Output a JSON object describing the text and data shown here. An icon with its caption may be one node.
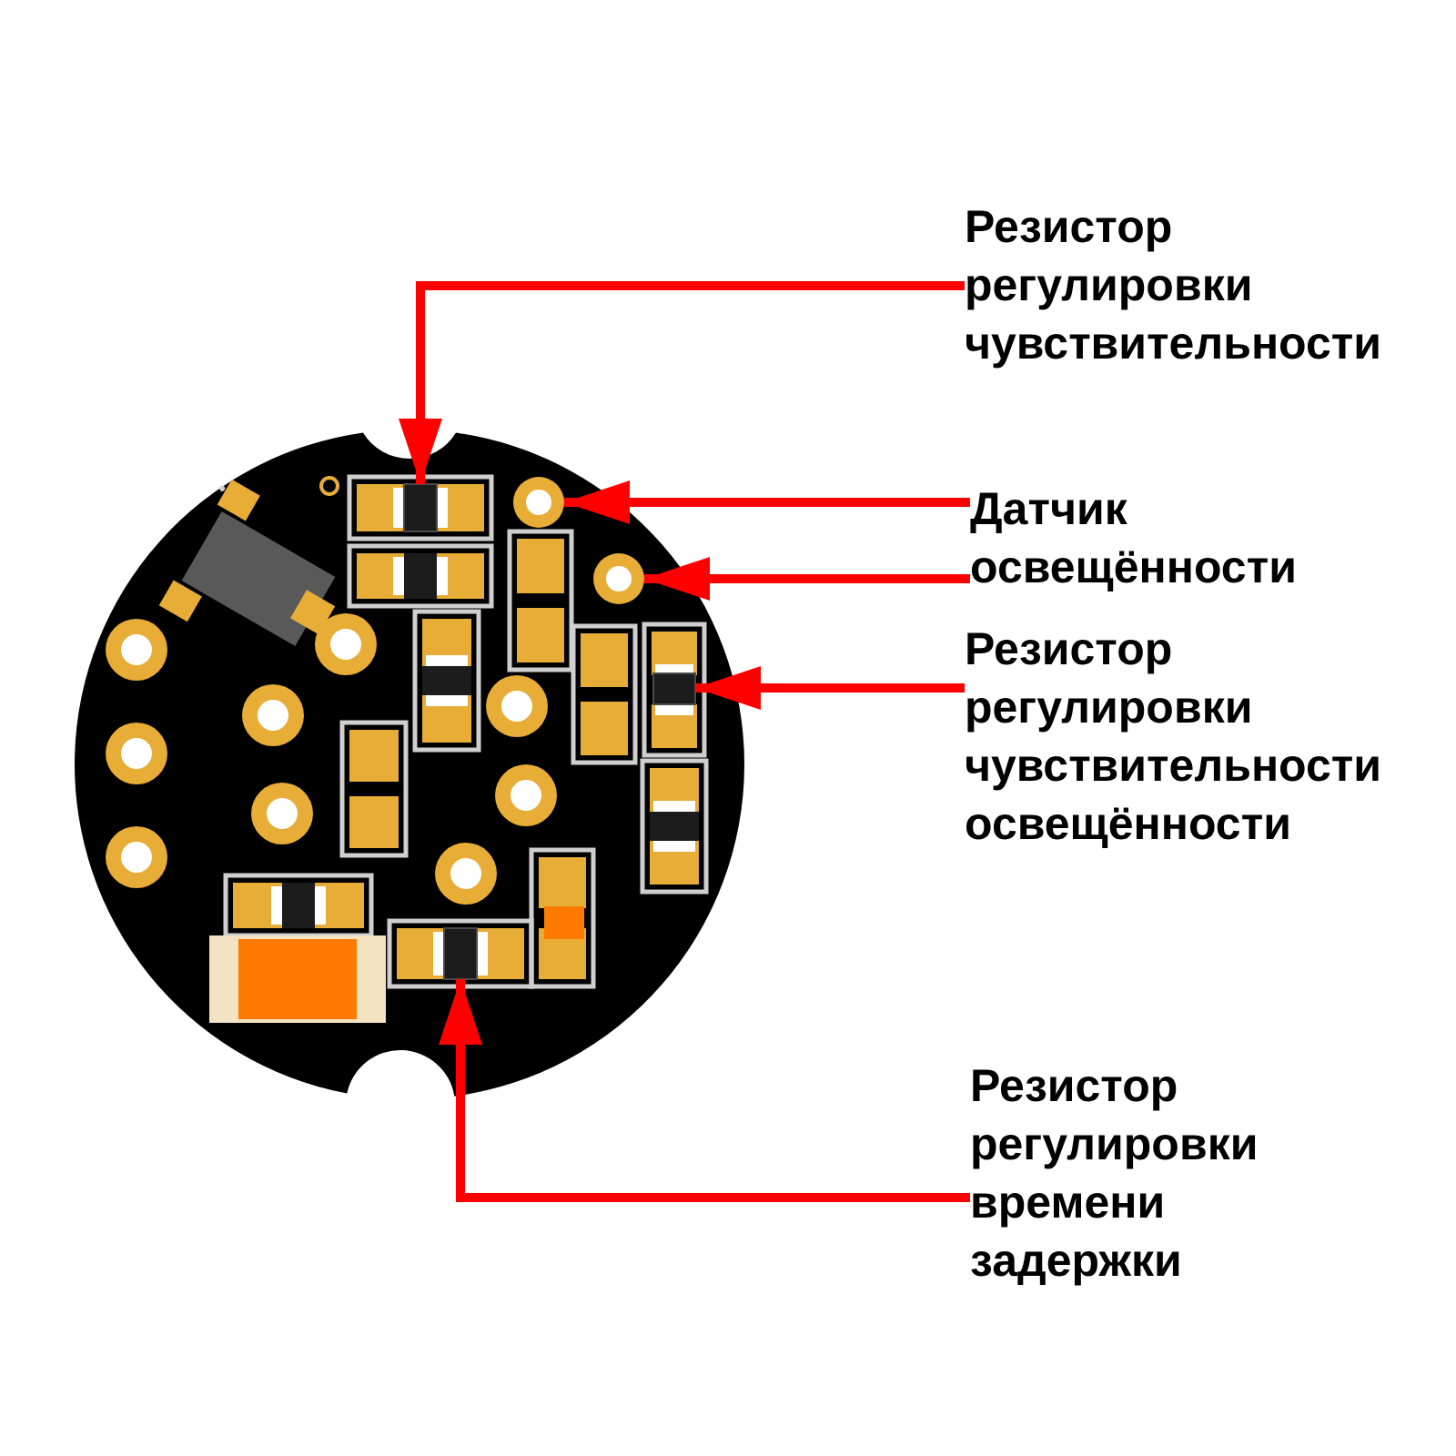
{
  "diagram": {
    "nodes": [
      {
        "text": [
          "Резистор регулировки чувствительности"
        ]
      },
      {
        "text": [],
        "shape": "box"
      },
      {
        "text": [
          "Датчик освещённости"
        ]
      },
      {
        "text": [],
        "shape": "circle"
      },
      {
        "text": [],
        "shape": "circle"
      },
      {
        "text": [
          "Резистор регулировки чувствительности освещённости"
        ]
      },
      {
        "text": [],
        "shape": "box"
      },
      {
        "text": [
          "Резистор регулировки времени задержки"
        ]
      },
      {
        "text": [],
        "shape": "box"
      }
    ],
    "edges": [
      {
        "from": 0,
        "to": 1,
        "arrow": "to"
      },
      {
        "from": 2,
        "to": 3,
        "arrow": "to"
      },
      {
        "from": 2,
        "to": 4,
        "arrow": "to"
      },
      {
        "from": 5,
        "to": 6,
        "arrow": "to"
      },
      {
        "from": 7,
        "to": 8,
        "arrow": "to"
      }
    ]
  }
}
